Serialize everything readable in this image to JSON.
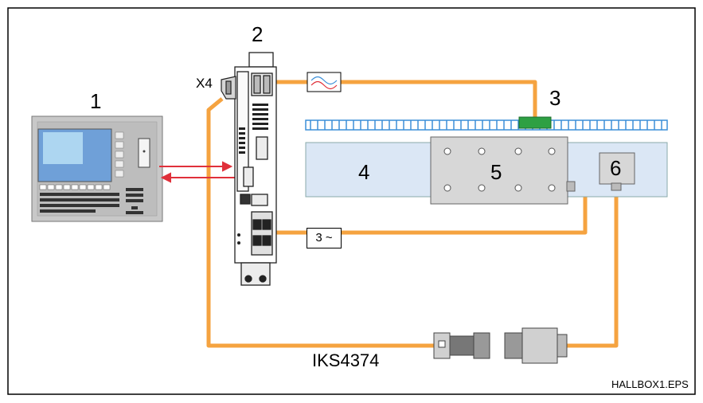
{
  "labels": {
    "n1": "1",
    "n2": "2",
    "n3": "3",
    "n4": "4",
    "n5": "5",
    "n6": "6",
    "x4": "X4",
    "motor_box": "3 ~",
    "cable": "IKS4374",
    "file": "HALLBOX1.EPS"
  },
  "colors": {
    "cable": "#f5a340",
    "rail": "#dbe7f5",
    "scale": "#3c8fd8",
    "sensor": "#2ea043",
    "signal": "#e0303a"
  }
}
